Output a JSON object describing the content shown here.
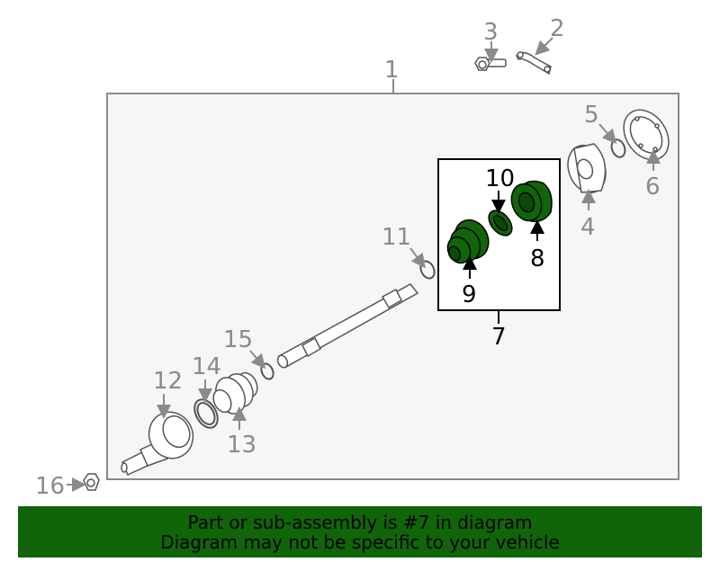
{
  "callouts": {
    "c1": "1",
    "c2": "2",
    "c3": "3",
    "c4": "4",
    "c5": "5",
    "c6": "6",
    "c7": "7",
    "c8": "8",
    "c9": "9",
    "c10": "10",
    "c11": "11",
    "c12": "12",
    "c13": "13",
    "c14": "14",
    "c15": "15",
    "c16": "16"
  },
  "highlighted_part": "7",
  "colors": {
    "highlight_fill": "#0f6508",
    "banner_bg": "#0f6508",
    "panel_bg": "#f6f6f6",
    "line_gray": "#8a8a8a"
  },
  "banner": {
    "line1": "Part or sub-assembly is #7 in diagram",
    "line2": "Diagram may not be specific to your vehicle"
  }
}
